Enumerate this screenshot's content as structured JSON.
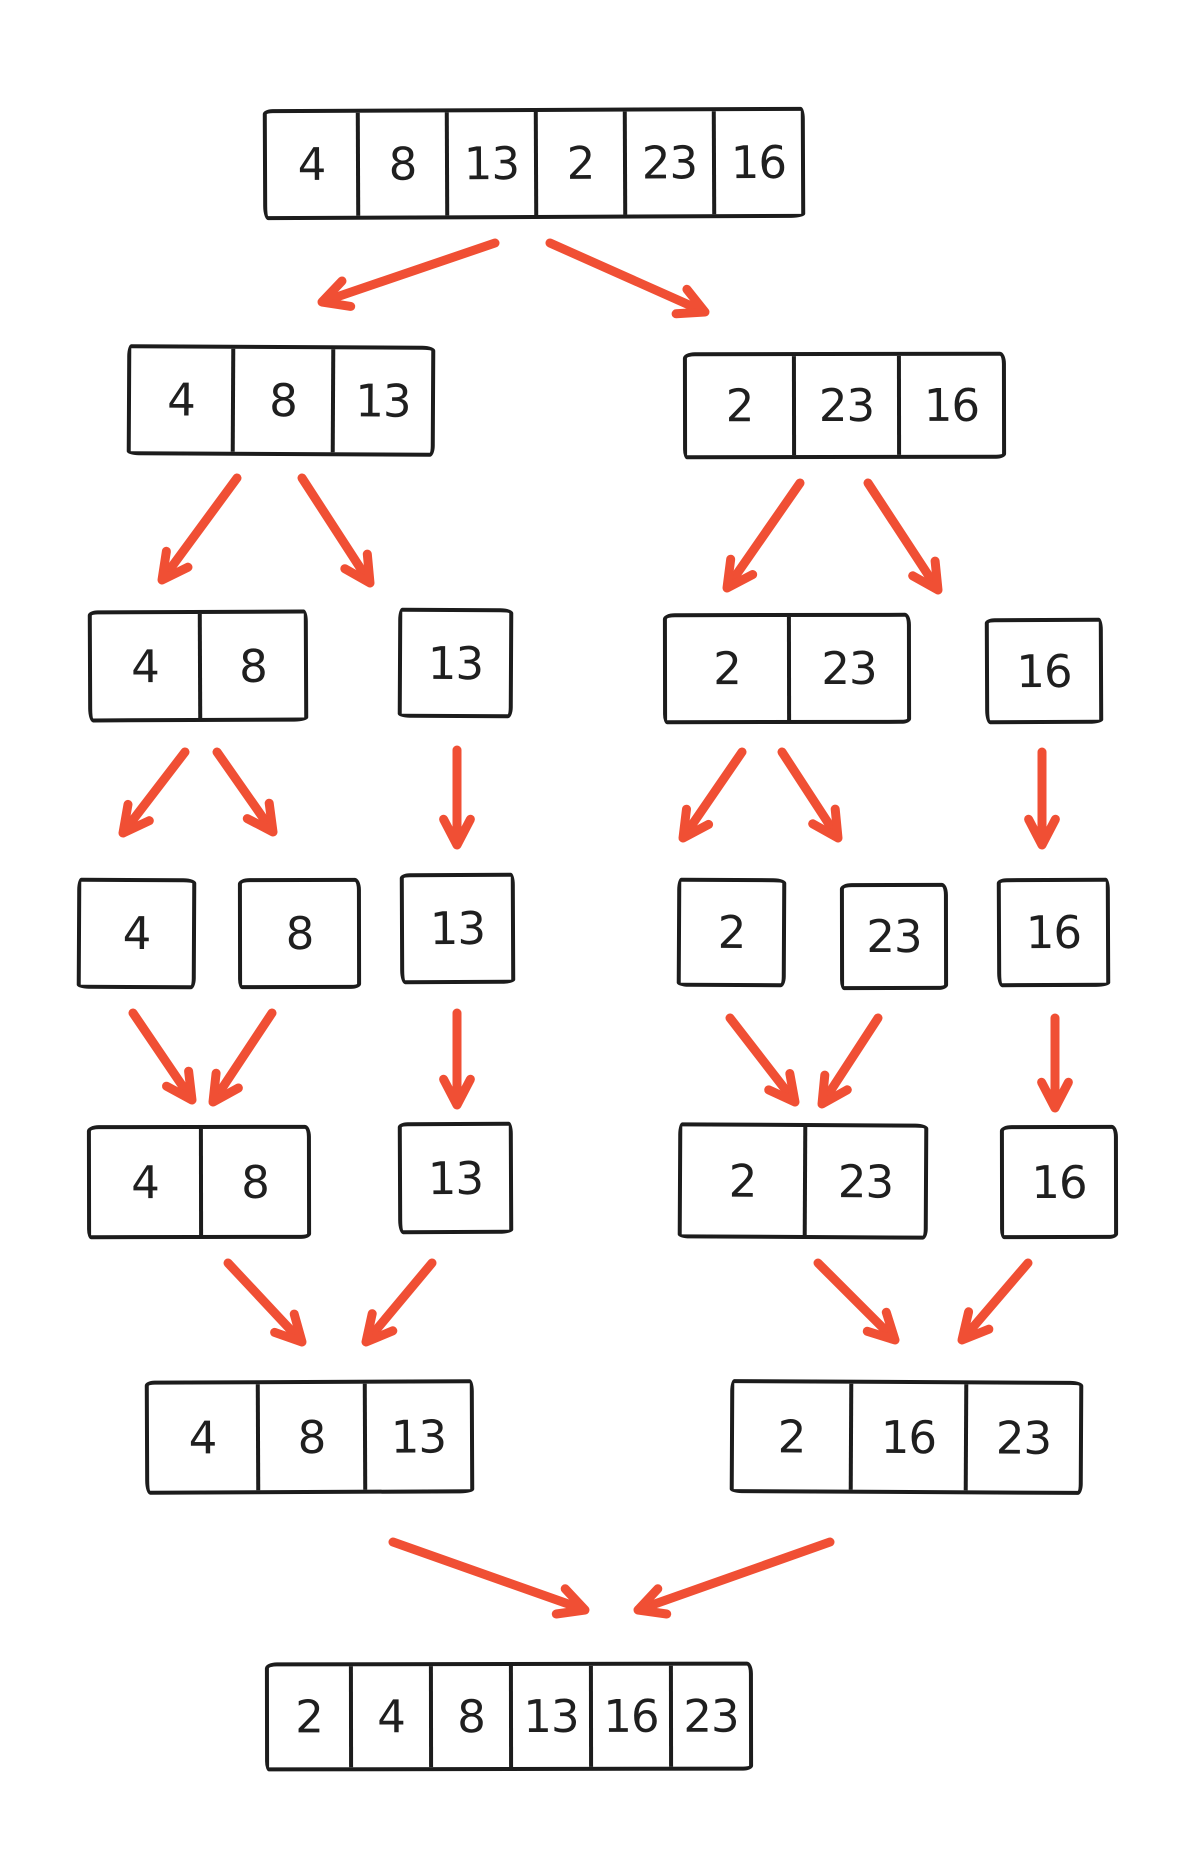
{
  "diagram": {
    "type": "merge-sort-trace",
    "colors": {
      "arrow": "#F04F34",
      "stroke": "#1C1C1C",
      "background": "#FFFFFF"
    },
    "boxes": [
      {
        "id": "l1",
        "role": "unsorted-array",
        "values": [
          "4",
          "8",
          "13",
          "2",
          "23",
          "16"
        ]
      },
      {
        "id": "l2l",
        "role": "left-half",
        "values": [
          "4",
          "8",
          "13"
        ]
      },
      {
        "id": "l2r",
        "role": "right-half",
        "values": [
          "2",
          "23",
          "16"
        ]
      },
      {
        "id": "l3l48",
        "role": "split-pair",
        "values": [
          "4",
          "8"
        ]
      },
      {
        "id": "l3l13",
        "role": "split-single",
        "values": [
          "13"
        ]
      },
      {
        "id": "l3r223",
        "role": "split-pair",
        "values": [
          "2",
          "23"
        ]
      },
      {
        "id": "l3r16",
        "role": "split-single",
        "values": [
          "16"
        ]
      },
      {
        "id": "l44",
        "role": "singleton",
        "values": [
          "4"
        ]
      },
      {
        "id": "l48",
        "role": "singleton",
        "values": [
          "8"
        ]
      },
      {
        "id": "l413",
        "role": "singleton",
        "values": [
          "13"
        ]
      },
      {
        "id": "l42",
        "role": "singleton",
        "values": [
          "2"
        ]
      },
      {
        "id": "l423",
        "role": "singleton",
        "values": [
          "23"
        ]
      },
      {
        "id": "l416",
        "role": "singleton",
        "values": [
          "16"
        ]
      },
      {
        "id": "l548",
        "role": "merged-pair",
        "values": [
          "4",
          "8"
        ]
      },
      {
        "id": "l513",
        "role": "merged-single",
        "values": [
          "13"
        ]
      },
      {
        "id": "l5223",
        "role": "merged-pair",
        "values": [
          "2",
          "23"
        ]
      },
      {
        "id": "l516",
        "role": "merged-single",
        "values": [
          "16"
        ]
      },
      {
        "id": "l6l",
        "role": "merged-left-half",
        "values": [
          "4",
          "8",
          "13"
        ]
      },
      {
        "id": "l6r",
        "role": "merged-right-half",
        "values": [
          "2",
          "16",
          "23"
        ]
      },
      {
        "id": "l7",
        "role": "sorted-array",
        "values": [
          "2",
          "4",
          "8",
          "13",
          "16",
          "23"
        ]
      }
    ]
  }
}
